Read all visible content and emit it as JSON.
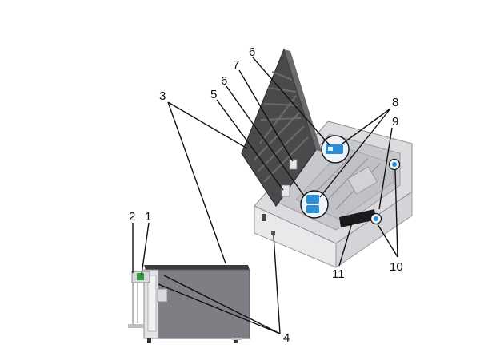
{
  "callouts": {
    "c1": "1",
    "c2": "2",
    "c3": "3",
    "c4": "4",
    "c5": "5",
    "c6a": "6",
    "c6b": "6",
    "c7": "7",
    "c8": "8",
    "c9": "9",
    "c10": "10",
    "c11": "11"
  },
  "colors": {
    "lid": "#4a4a4c",
    "lid_edge": "#2e2e30",
    "body_light": "#e4e4e6",
    "body_mid": "#cfcfd2",
    "body_dark": "#a9a9ad",
    "highlight_blue": "#2b8fd6",
    "finisher_side": "#7d7f84",
    "finisher_top": "#3a3a3d"
  }
}
